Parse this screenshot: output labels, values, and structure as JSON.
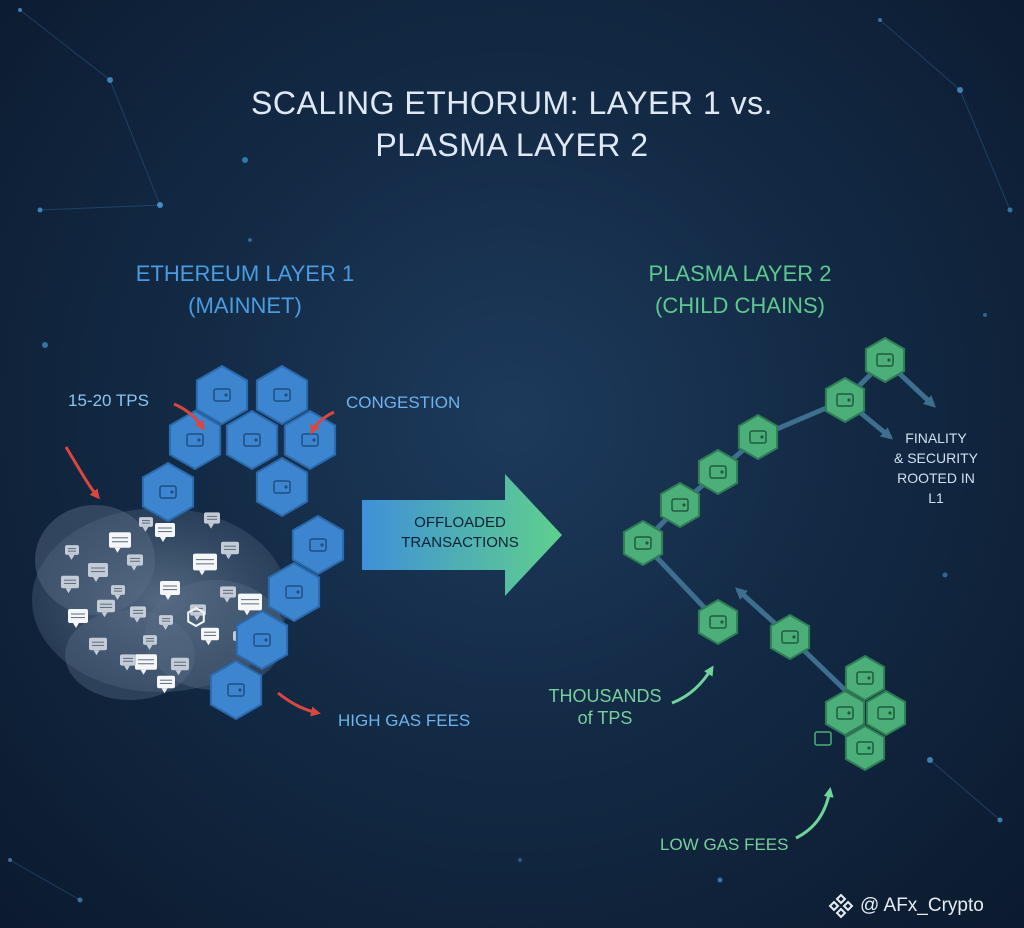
{
  "title": "SCALING ETHORUM: LAYER 1 vs.\nPLASMA LAYER 2",
  "layer1": {
    "heading": "ETHEREUM LAYER 1\n(MAINNET)",
    "tps_label": "15-20 TPS",
    "congestion_label": "CONGESTION",
    "gas_label": "HIGH GAS FEES"
  },
  "center_arrow": {
    "label": "OFFLOADED\nTRANSACTIONS"
  },
  "layer2": {
    "heading": "PLASMA LAYER 2\n(CHILD CHAINS)",
    "finality_label": "FINALITY\n& SECURITY\nROOTED IN L1",
    "tps_label": "THOUSANDS\nof TPS",
    "gas_label": "LOW GAS FEES"
  },
  "watermark": {
    "text": "@ AFx_Crypto",
    "icon": "binance-logo-icon"
  },
  "colors": {
    "layer1_blue": "#3d86cf",
    "layer2_green": "#4caf7a",
    "arrow_red": "#d9473f",
    "background": "#132a45"
  }
}
